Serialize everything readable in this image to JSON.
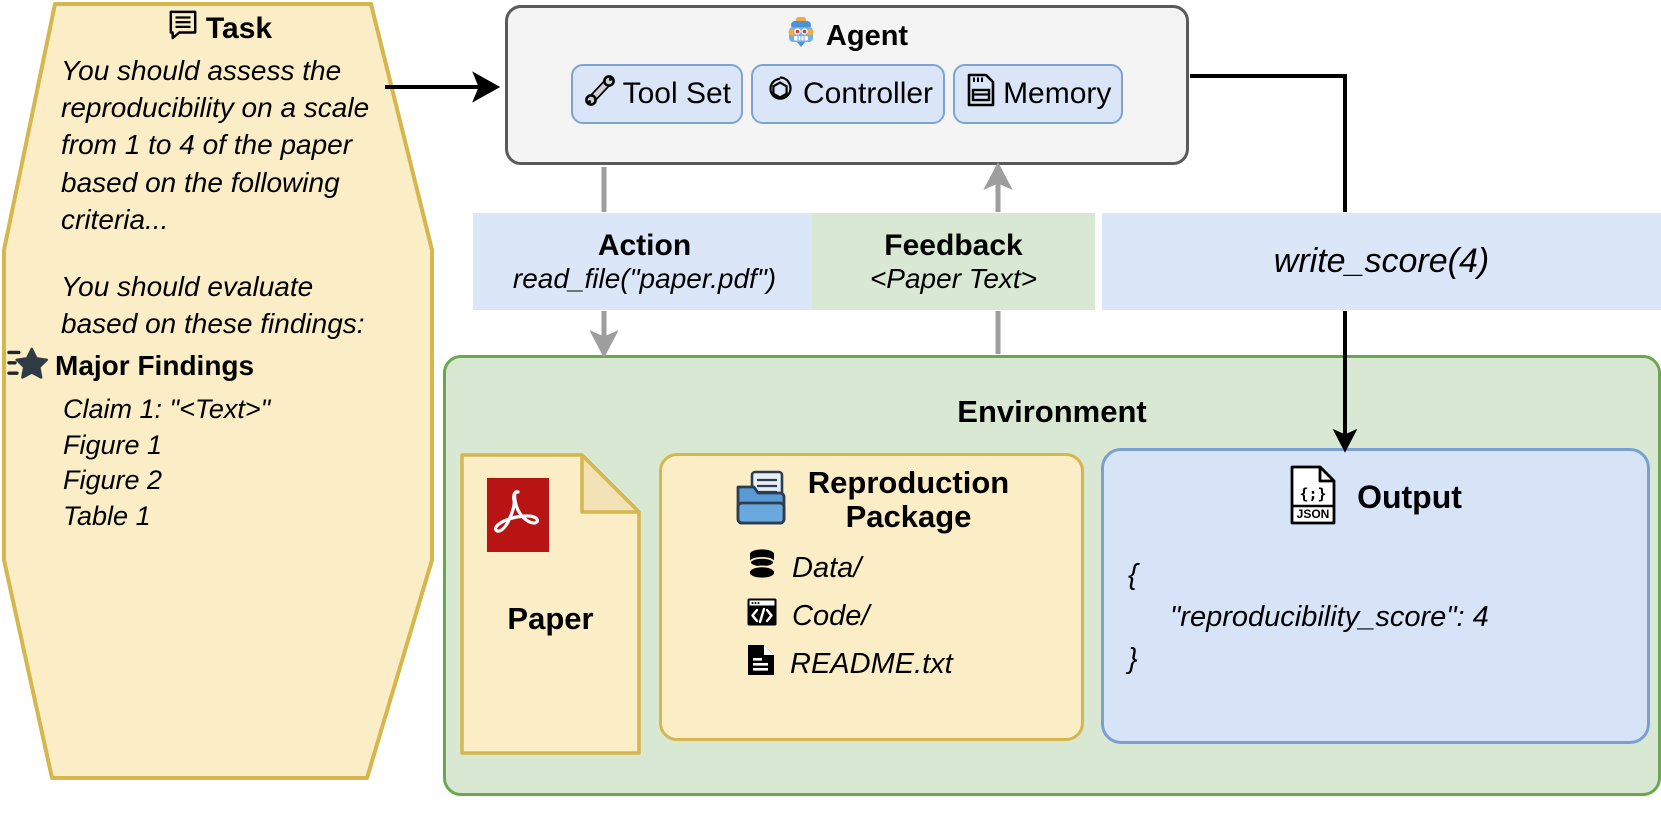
{
  "task": {
    "icon": "document-note-icon",
    "title": "Task",
    "paragraph1": "You should assess the reproducibility on a scale from 1 to 4 of the paper based on the following criteria...",
    "paragraph2": "You should evaluate based on these findings:",
    "findings_icon": "star-list-icon",
    "findings_title": "Major Findings",
    "findings": [
      "Claim 1: \"<Text>\"",
      "Figure 1",
      "Figure 2",
      "Table 1"
    ]
  },
  "agent": {
    "icon": "robot-icon",
    "title": "Agent",
    "components": [
      {
        "icon": "wrench-icon",
        "label": "Tool Set"
      },
      {
        "icon": "openai-icon",
        "label": "Controller"
      },
      {
        "icon": "sd-card-icon",
        "label": "Memory"
      }
    ]
  },
  "messages": {
    "action": {
      "title": "Action",
      "value": "read_file(\"paper.pdf\")"
    },
    "feedback": {
      "title": "Feedback",
      "value": "<Paper Text>"
    },
    "write_score": {
      "value": "write_score(4)"
    }
  },
  "environment": {
    "title": "Environment",
    "paper": {
      "icon": "pdf-icon",
      "label": "Paper"
    },
    "reproduction_package": {
      "icon": "folder-documents-icon",
      "title_line1": "Reproduction",
      "title_line2": "Package",
      "items": [
        {
          "icon": "database-icon",
          "label": "Data/"
        },
        {
          "icon": "code-window-icon",
          "label": "Code/"
        },
        {
          "icon": "text-file-icon",
          "label": "README.txt"
        }
      ]
    },
    "output": {
      "icon": "json-file-icon",
      "title": "Output",
      "json_open": "{",
      "json_line": "\"reproducibility_score\": 4",
      "json_close": "}"
    }
  },
  "colors": {
    "task_fill": "#fbeec6",
    "task_stroke": "#d6b64e",
    "agent_fill": "#f4f4f4",
    "agent_stroke": "#5a5a5a",
    "chip_fill": "#dae6f8",
    "chip_stroke": "#7da3d4",
    "action_fill": "#dbe7f9",
    "feedback_fill": "#d8e8d2",
    "env_fill": "#d9e8d3",
    "env_stroke": "#6aa84f",
    "output_fill": "#d7e4f8",
    "output_stroke": "#7b9fd0",
    "pdf_red": "#b81414",
    "arrow_grey": "#9e9e9e",
    "arrow_black": "#000000"
  }
}
